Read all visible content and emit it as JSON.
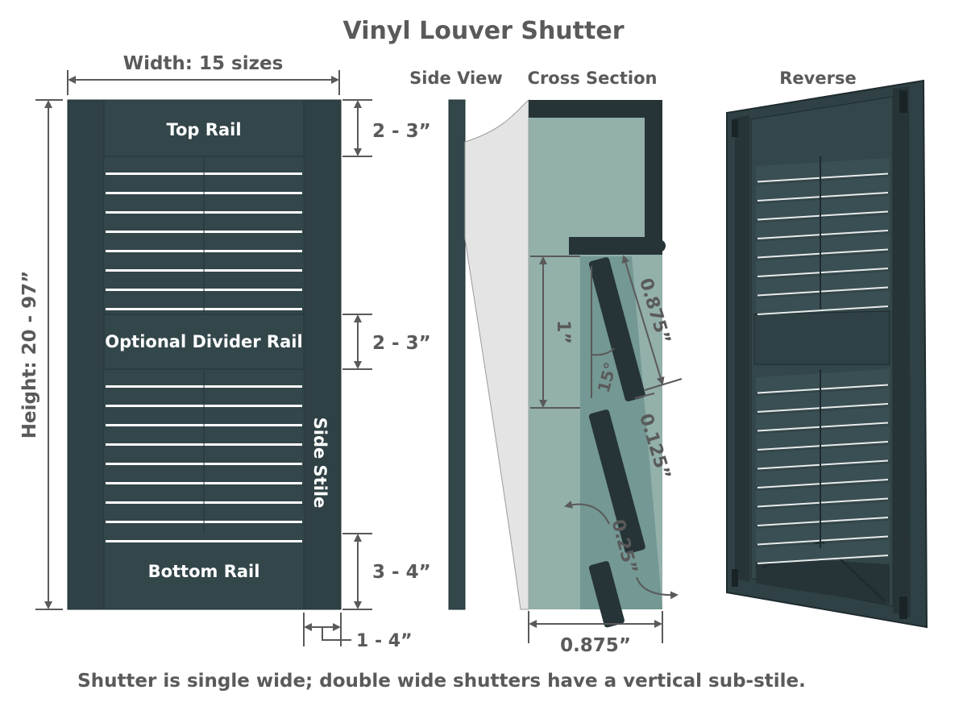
{
  "title": "Vinyl Louver Shutter",
  "front_view": {
    "width_label": "Width: 15 sizes",
    "height_label": "Height: 20 - 97”",
    "top_rail_label": "Top Rail",
    "divider_rail_label": "Optional Divider Rail",
    "bottom_rail_label": "Bottom Rail",
    "side_stile_label": "Side Stile",
    "top_rail_dim": "2 - 3”",
    "divider_rail_dim": "2 - 3”",
    "bottom_rail_dim": "3 - 4”",
    "stile_dim": "1 - 4”"
  },
  "side_view": {
    "label": "Side View"
  },
  "cross_section": {
    "label": "Cross Section",
    "louver_spacing": "1”",
    "louver_width": "0.875”",
    "louver_thickness": "0.125”",
    "louver_angle": "15°",
    "louver_rotation": "0.25”",
    "depth": "0.875”"
  },
  "reverse_view": {
    "label": "Reverse"
  },
  "footnote": "Shutter is single wide; double wide shutters have a vertical sub-stile.",
  "colors": {
    "shutter": "#33464a",
    "shutter_dark": "#263437",
    "text": "#5a5a5a",
    "section_bg": "#93b0ab",
    "section_dark": "#6f948f",
    "side_profile": "#e4e4e4",
    "white_text": "#ffffff"
  }
}
